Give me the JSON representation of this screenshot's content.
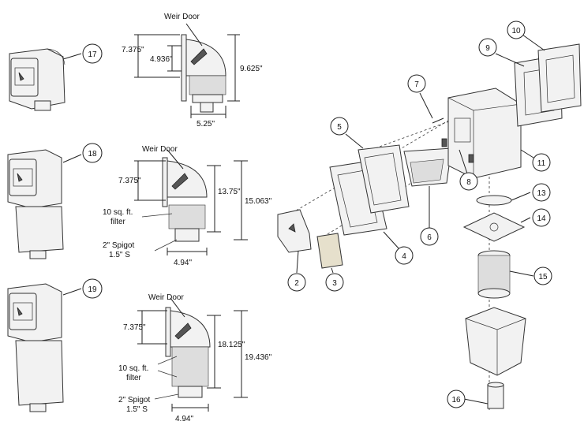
{
  "diagram": {
    "weir_door_label": "Weir Door",
    "filter_label_line1": "10 sq. ft.",
    "filter_label_line2": "filter",
    "spigot_line1": "2\" Spigot",
    "spigot_line2": "1.5\" S",
    "dims_top": {
      "d1": "7.375\"",
      "d2": "4.936\"",
      "d3": "9.625\"",
      "d4": "5.25\""
    },
    "dims_mid": {
      "d1": "7.375\"",
      "d2": "13.75\"",
      "d3": "15.063\"",
      "d4": "4.94\""
    },
    "dims_bot": {
      "d1": "7.375\"",
      "d2": "18.125\"",
      "d3": "19.436\"",
      "d4": "4.94\""
    },
    "callouts": [
      "2",
      "3",
      "4",
      "5",
      "6",
      "7",
      "8",
      "9",
      "10",
      "11",
      "13",
      "14",
      "15",
      "16",
      "17",
      "18",
      "19"
    ]
  }
}
